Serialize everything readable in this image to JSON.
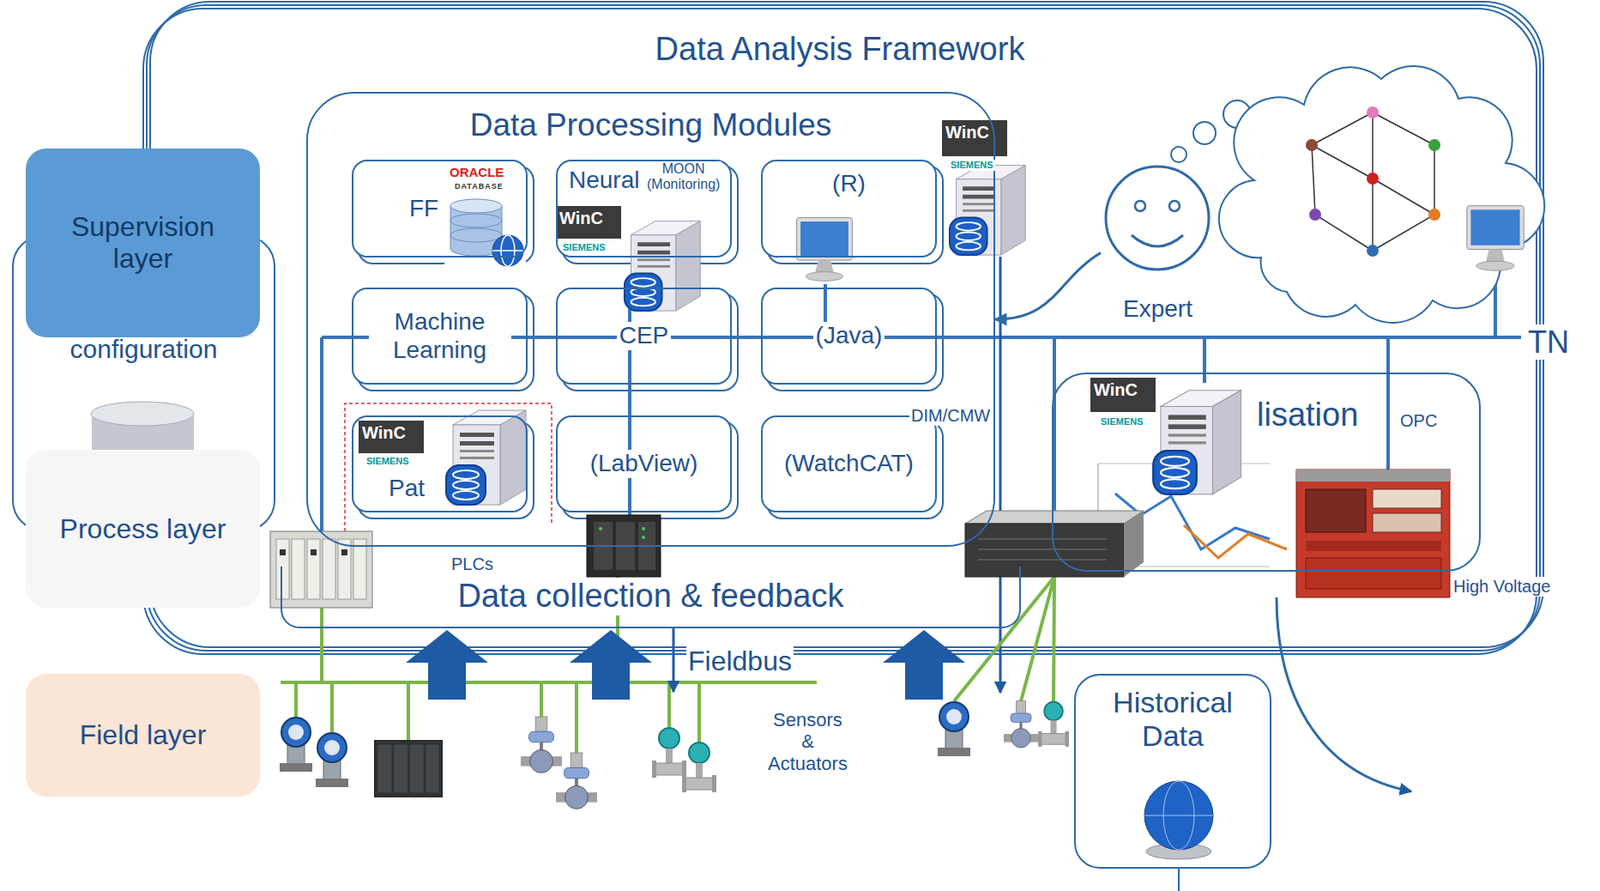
{
  "diagram": {
    "nodes": [
      {
        "text": [
          "Data Analysis Framework"
        ]
      },
      {
        "text": [
          "configuration"
        ]
      },
      {
        "text": [
          "Supervision layer"
        ]
      },
      {
        "text": [
          "Process layer"
        ]
      },
      {
        "text": [
          "Field layer"
        ]
      },
      {
        "text": [
          "Data Processing Modules"
        ],
        "in": 0
      },
      {
        "text": [
          "FF"
        ],
        "in": 5
      },
      {
        "text": [
          "Neural"
        ],
        "in": 5
      },
      {
        "text": [
          "(R)"
        ],
        "in": 5
      },
      {
        "text": [
          "Machine Learning"
        ],
        "in": 5
      },
      {
        "text": [
          "CEP"
        ],
        "in": 5
      },
      {
        "text": [
          "(Java)"
        ],
        "in": 5
      },
      {
        "text": [
          "Pat"
        ],
        "in": 5
      },
      {
        "text": [
          "(LabView)"
        ],
        "in": 5
      },
      {
        "text": [
          "(WatchCAT)"
        ],
        "in": 5
      },
      {
        "text": [
          "Expert"
        ],
        "in": 0
      },
      {
        "text": [
          "lisation"
        ],
        "in": 0
      },
      {
        "text": [
          "Data collection & feedback"
        ],
        "in": 0
      },
      {
        "text": [
          "Historical Data"
        ]
      }
    ],
    "edges": [
      {
        "from": 15,
        "to": 5,
        "arrow": "to"
      }
    ],
    "labels": [
      "ORACLE",
      "DATABASE",
      "MOON (Monitoring)",
      "WinC",
      "SIEMENS",
      "WinC",
      "SIEMENS",
      "WinC",
      "SIEMENS",
      "DIM/CMW",
      "TN",
      "WinC",
      "SIEMENS",
      "OPC",
      "PLCs",
      "High Voltage",
      "Fieldbus",
      "Sensors & Actuators"
    ]
  }
}
